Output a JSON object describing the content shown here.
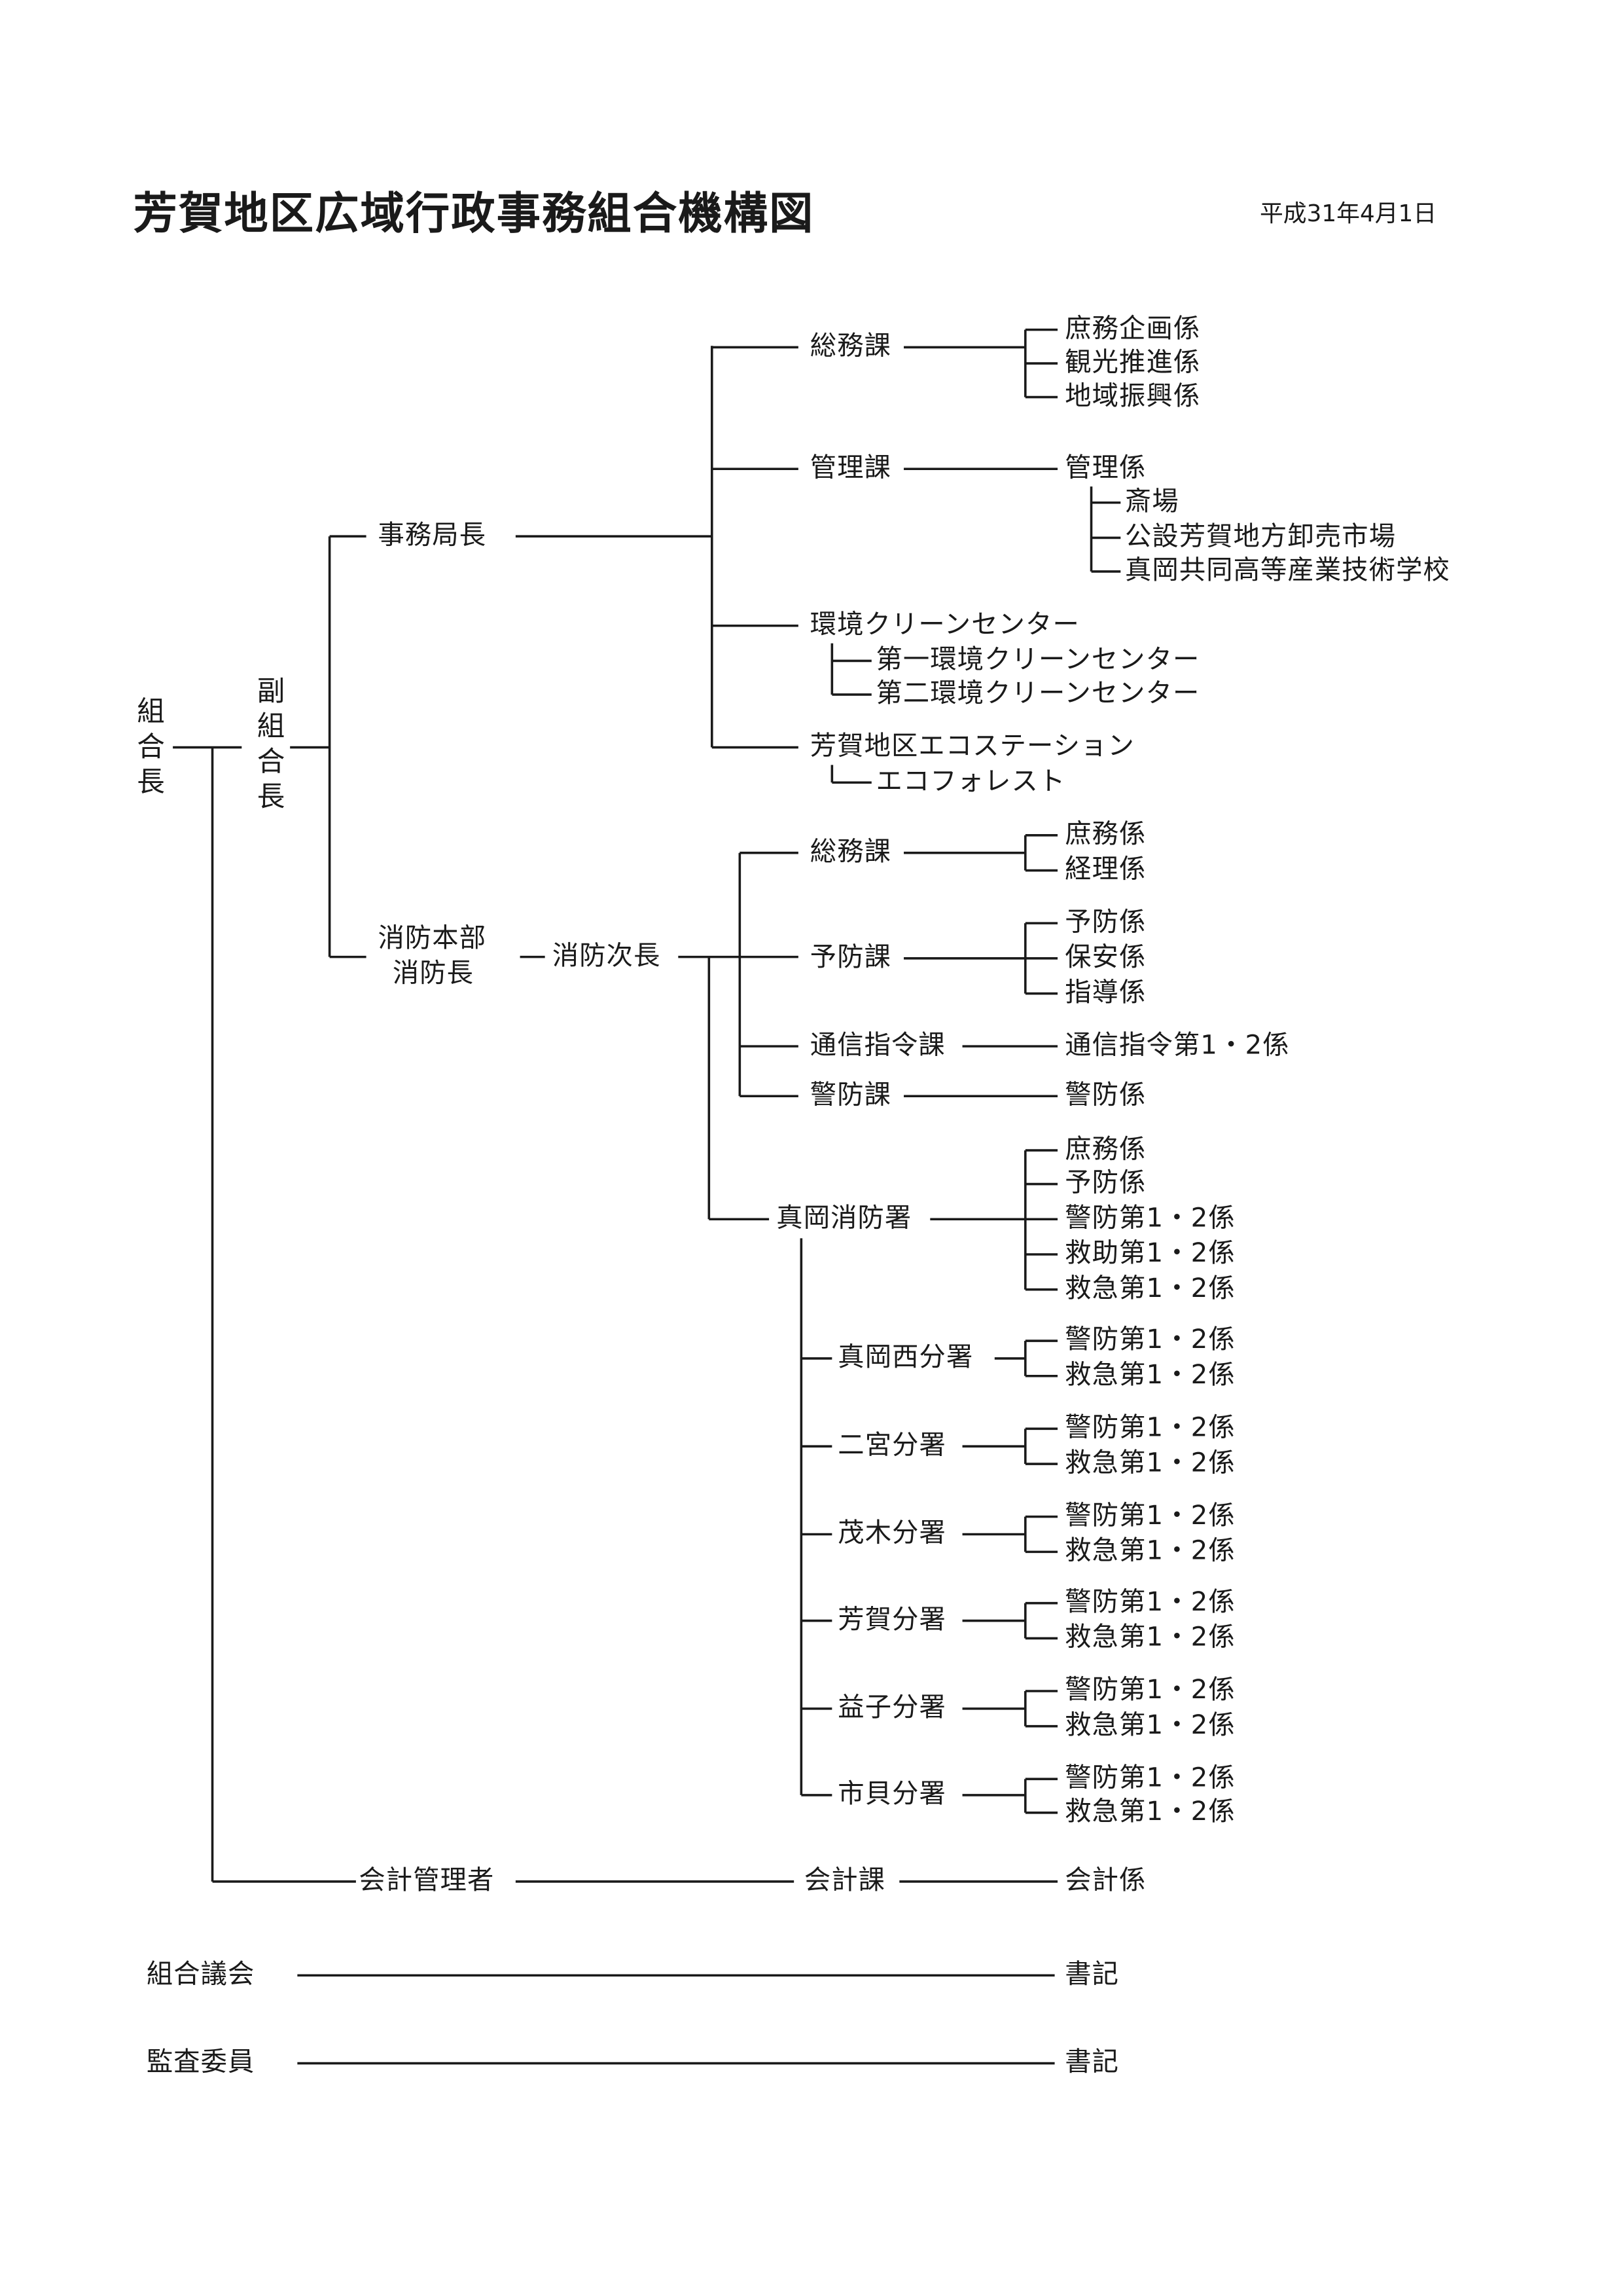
{
  "header": {
    "title": "芳賀地区広域行政事務組合機構図",
    "date": "平成31年4月1日"
  },
  "top": {
    "chairman": "組合長",
    "vice_chairman": "副組合長"
  },
  "secretariat": {
    "head": "事務局長",
    "general_affairs": {
      "label": "総務課",
      "units": [
        "庶務企画係",
        "観光推進係",
        "地域振興係"
      ]
    },
    "management": {
      "label": "管理課",
      "unit": "管理係",
      "facilities": [
        "斎場",
        "公設芳賀地方卸売市場",
        "真岡共同高等産業技術学校"
      ]
    },
    "clean_center": {
      "label": "環境クリーンセンター",
      "children": [
        "第一環境クリーンセンター",
        "第二環境クリーンセンター"
      ]
    },
    "eco_station": {
      "label": "芳賀地区エコステーション",
      "children": [
        "エコフォレスト"
      ]
    }
  },
  "fire": {
    "head_line1": "消防本部",
    "head_line2": "消防長",
    "deputy": "消防次長",
    "general_affairs": {
      "label": "総務課",
      "units": [
        "庶務係",
        "経理係"
      ]
    },
    "prevention": {
      "label": "予防課",
      "units": [
        "予防係",
        "保安係",
        "指導係"
      ]
    },
    "dispatch": {
      "label": "通信指令課",
      "unit": "通信指令第1・2係"
    },
    "guard": {
      "label": "警防課",
      "unit": "警防係"
    },
    "station": {
      "label": "真岡消防署",
      "units": [
        "庶務係",
        "予防係",
        "警防第1・2係",
        "救助第1・2係",
        "救急第1・2係"
      ]
    },
    "branches": [
      {
        "label": "真岡西分署",
        "units": [
          "警防第1・2係",
          "救急第1・2係"
        ]
      },
      {
        "label": "二宮分署",
        "units": [
          "警防第1・2係",
          "救急第1・2係"
        ]
      },
      {
        "label": "茂木分署",
        "units": [
          "警防第1・2係",
          "救急第1・2係"
        ]
      },
      {
        "label": "芳賀分署",
        "units": [
          "警防第1・2係",
          "救急第1・2係"
        ]
      },
      {
        "label": "益子分署",
        "units": [
          "警防第1・2係",
          "救急第1・2係"
        ]
      },
      {
        "label": "市貝分署",
        "units": [
          "警防第1・2係",
          "救急第1・2係"
        ]
      }
    ]
  },
  "accounting": {
    "manager": "会計管理者",
    "division": "会計課",
    "unit": "会計係"
  },
  "assembly": {
    "label": "組合議会",
    "clerk": "書記"
  },
  "audit": {
    "label": "監査委員",
    "clerk": "書記"
  }
}
